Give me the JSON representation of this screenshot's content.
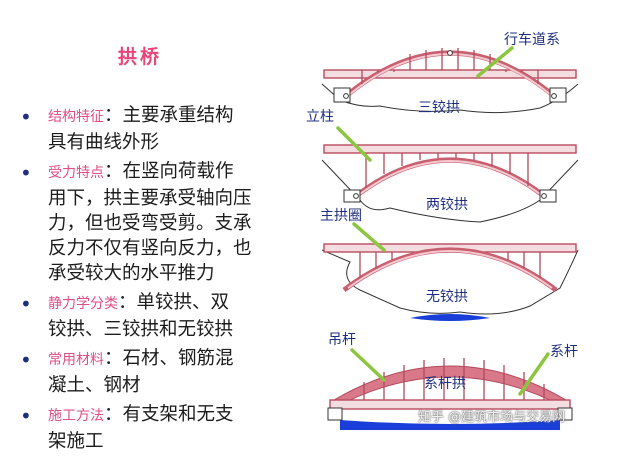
{
  "title": "拱桥",
  "bullets": [
    {
      "label": "结构特征",
      "lines": [
        "：主要承重结构",
        "具有曲线外形"
      ]
    },
    {
      "label": "受力特点",
      "lines": [
        "：在竖向荷载作",
        "用下，拱主要承受轴向压",
        "力，但也受弯受剪。支承",
        "反力不仅有竖向反力，也",
        "承受较大的水平推力"
      ]
    },
    {
      "label": "静力学分类",
      "lines": [
        "：单铰拱、双",
        "铰拱、三铰拱和无铰拱"
      ]
    },
    {
      "label": "常用材料",
      "lines": [
        "：石材、钢筋混",
        "凝土、钢材"
      ]
    },
    {
      "label": "施工方法",
      "lines": [
        "：有支架和无支",
        "架施工"
      ]
    }
  ],
  "diagram_labels": {
    "deck_system": "行车道系",
    "three_hinged": "三铰拱",
    "column": "立柱",
    "two_hinged": "两铰拱",
    "main_ring": "主拱圈",
    "hingeless": "无铰拱",
    "hanger": "吊杆",
    "tied_arch": "系杆拱",
    "tie_rod": "系杆"
  },
  "watermark": "知乎 @建筑市场与交易网",
  "colors": {
    "title": "#e8457a",
    "label": "#e04e83",
    "bullet": "#1f2f80",
    "arch": "#c86070",
    "leader": "#8cc63f",
    "water": "#1a3fd8"
  }
}
